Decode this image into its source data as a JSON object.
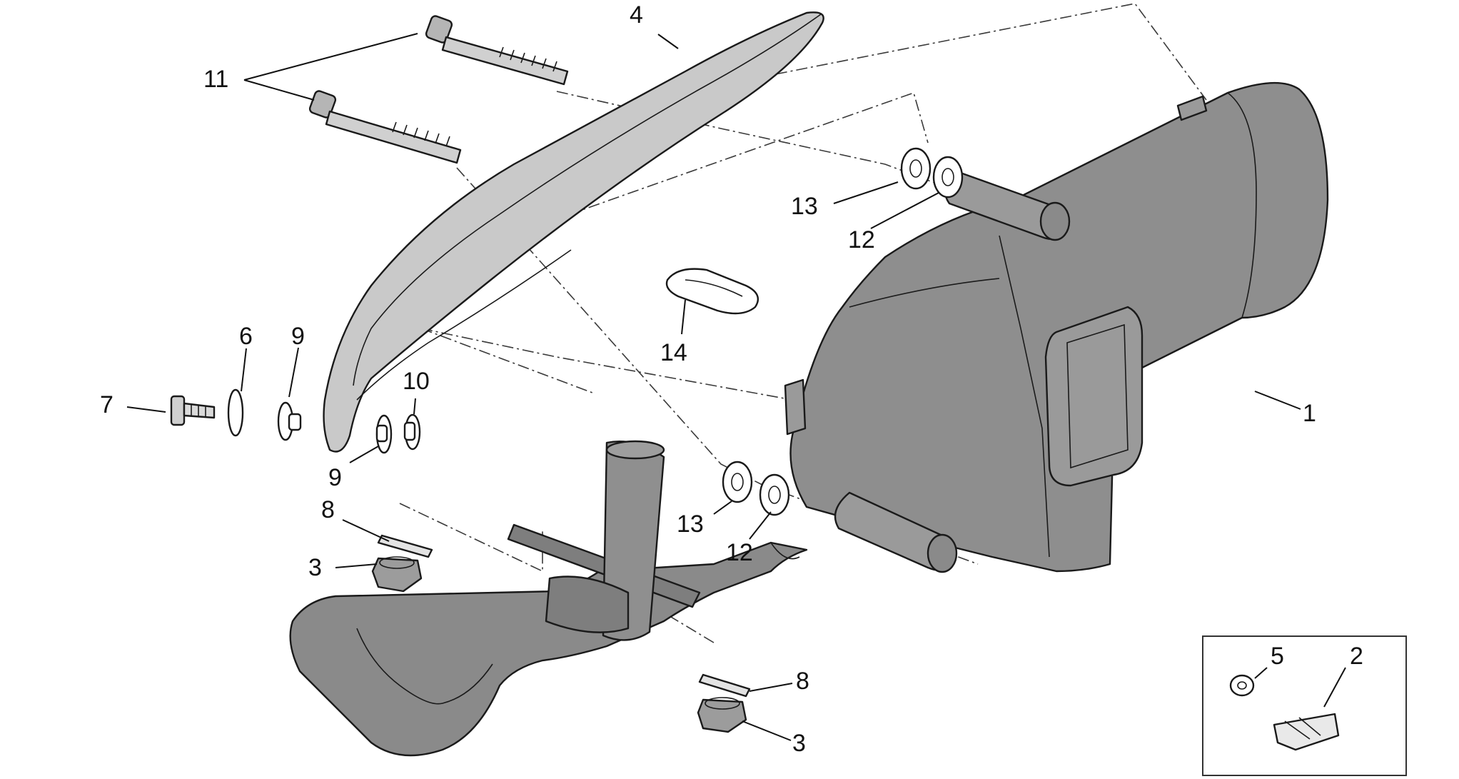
{
  "diagram": {
    "callouts": {
      "c1": "1",
      "c2": "2",
      "c3a": "3",
      "c3b": "3",
      "c4": "4",
      "c5": "5",
      "c6": "6",
      "c7": "7",
      "c8a": "8",
      "c8b": "8",
      "c9a": "9",
      "c9b": "9",
      "c10": "10",
      "c11": "11",
      "c12a": "12",
      "c12b": "12",
      "c13a": "13",
      "c13b": "13",
      "c14": "14"
    },
    "colors": {
      "muffler": "#8e8e8e",
      "pipe": "#8a8a8a",
      "shield": "#c9c9c9",
      "hardware": "#b5b5b5",
      "line": "#1a1a1a"
    }
  }
}
